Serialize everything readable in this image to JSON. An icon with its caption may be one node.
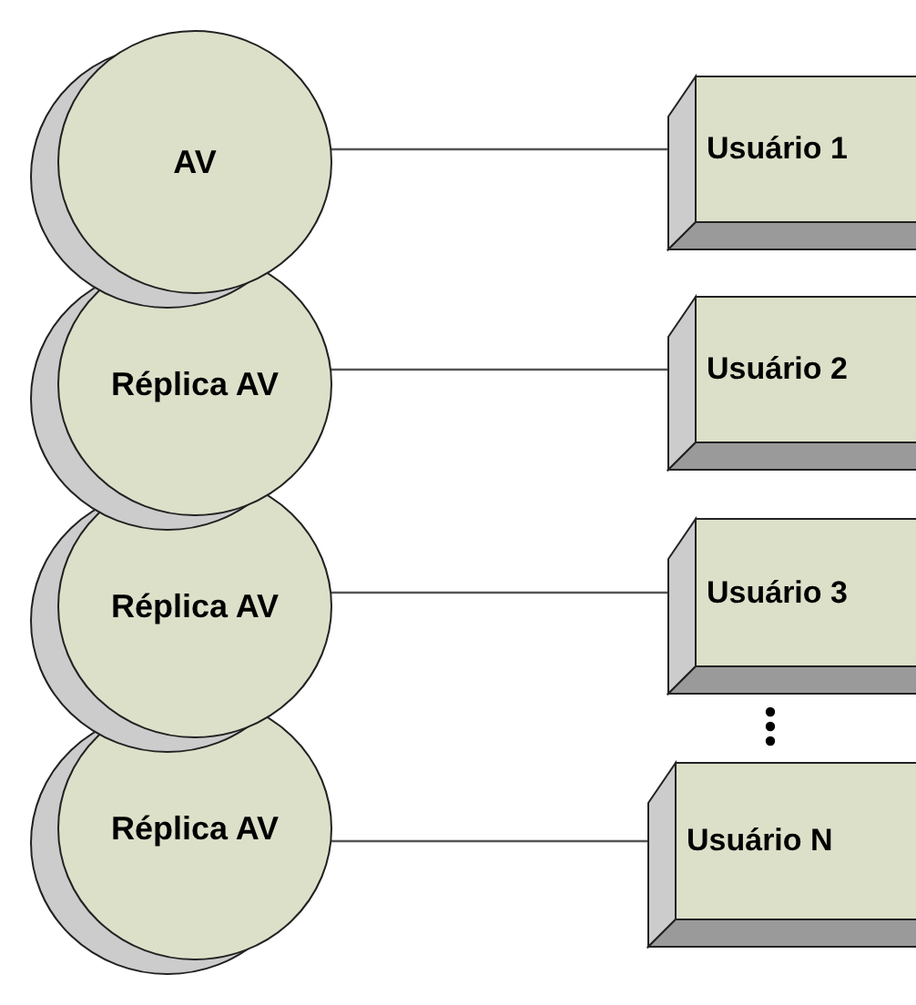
{
  "diagram": {
    "nodes": [
      {
        "text": [
          "AV"
        ]
      },
      {
        "text": [
          "Réplica AV"
        ]
      },
      {
        "text": [
          "Réplica AV"
        ]
      },
      {
        "text": [
          "Réplica AV"
        ]
      },
      {
        "text": [
          "Usuário 1"
        ]
      },
      {
        "text": [
          "Usuário 2"
        ]
      },
      {
        "text": [
          "Usuário 3"
        ]
      },
      {
        "text": [
          "Usuário N"
        ]
      }
    ],
    "edges": [
      {
        "from": 0,
        "to": 4,
        "arrow": "none"
      },
      {
        "from": 1,
        "to": 5,
        "arrow": "none"
      },
      {
        "from": 2,
        "to": 6,
        "arrow": "none"
      },
      {
        "from": 3,
        "to": 7,
        "arrow": "none"
      }
    ]
  }
}
